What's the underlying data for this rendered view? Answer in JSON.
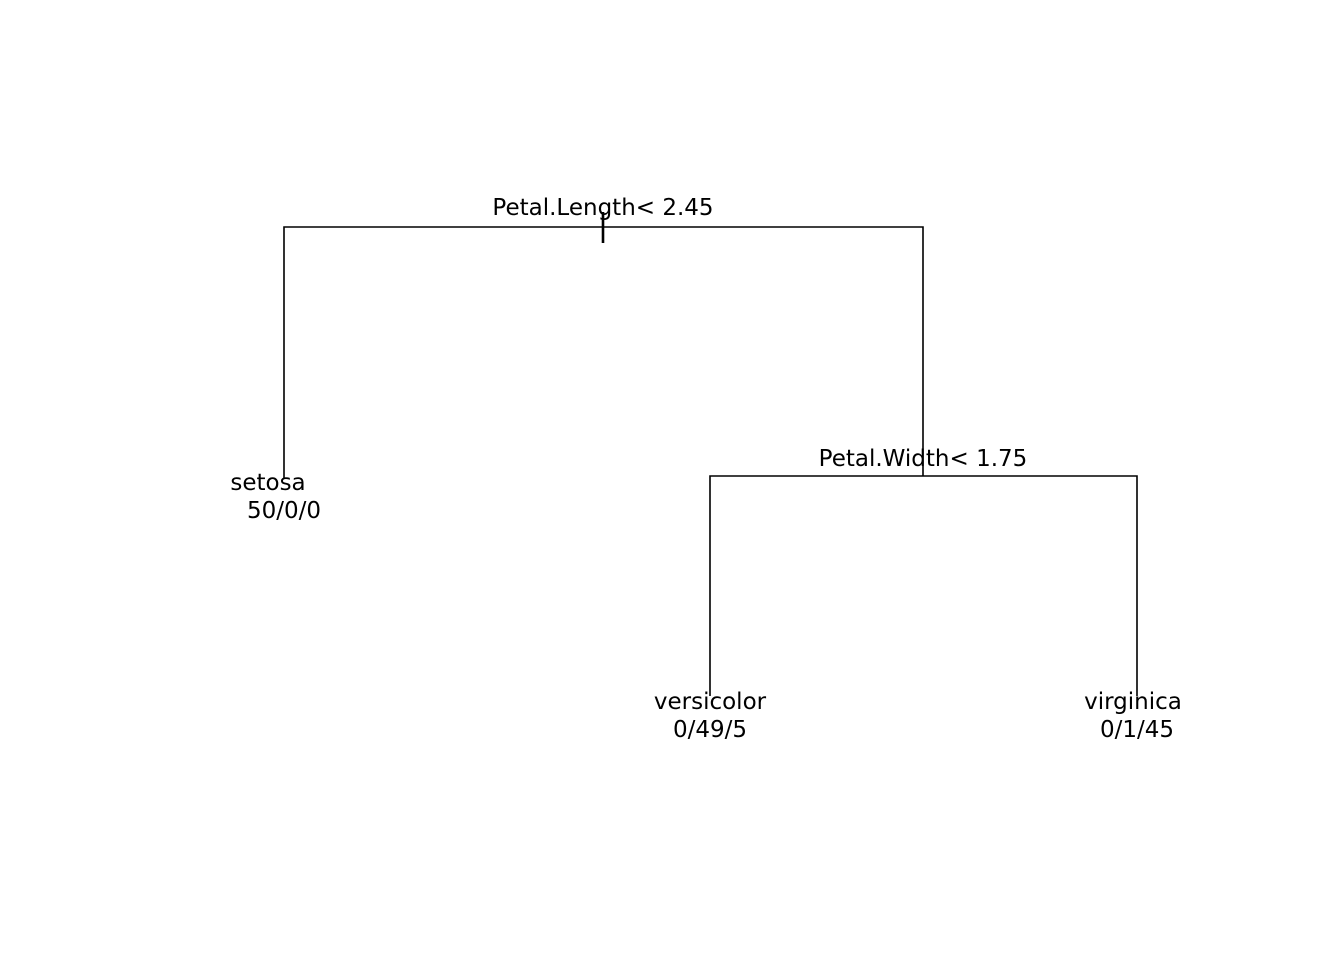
{
  "tree": {
    "root": {
      "split_label": "Petal.Length< 2.45"
    },
    "split2": {
      "split_label": "Petal.Width< 1.75"
    },
    "leaves": {
      "setosa": {
        "class": "setosa",
        "counts": "50/0/0"
      },
      "versicolor": {
        "class": "versicolor",
        "counts": "0/49/5"
      },
      "virginica": {
        "class": "virginica",
        "counts": "0/1/45"
      }
    }
  },
  "colors": {
    "line": "#000000",
    "text": "#000000",
    "background": "#ffffff"
  }
}
